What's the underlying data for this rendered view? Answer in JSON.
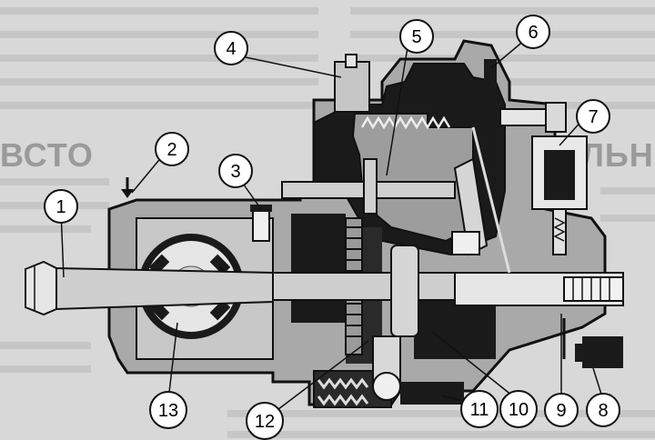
{
  "diagram": {
    "callouts": [
      {
        "id": "c1",
        "label": "1"
      },
      {
        "id": "c2",
        "label": "2"
      },
      {
        "id": "c3",
        "label": "3"
      },
      {
        "id": "c4",
        "label": "4"
      },
      {
        "id": "c5",
        "label": "5"
      },
      {
        "id": "c6",
        "label": "6"
      },
      {
        "id": "c7",
        "label": "7"
      },
      {
        "id": "c8",
        "label": "8"
      },
      {
        "id": "c9",
        "label": "9"
      },
      {
        "id": "c10",
        "label": "10"
      },
      {
        "id": "c11",
        "label": "11"
      },
      {
        "id": "c12",
        "label": "12"
      },
      {
        "id": "c13",
        "label": "13"
      }
    ]
  },
  "background_text": {
    "heading_left": "ВСТО",
    "heading_right": "ДВЕЛЬНР"
  },
  "colors": {
    "housing": "#a9a9a9",
    "dark": "#1a1a1a",
    "light": "#e6e6e6",
    "mid": "#7a7a7a",
    "background": "#d8d8d8"
  }
}
